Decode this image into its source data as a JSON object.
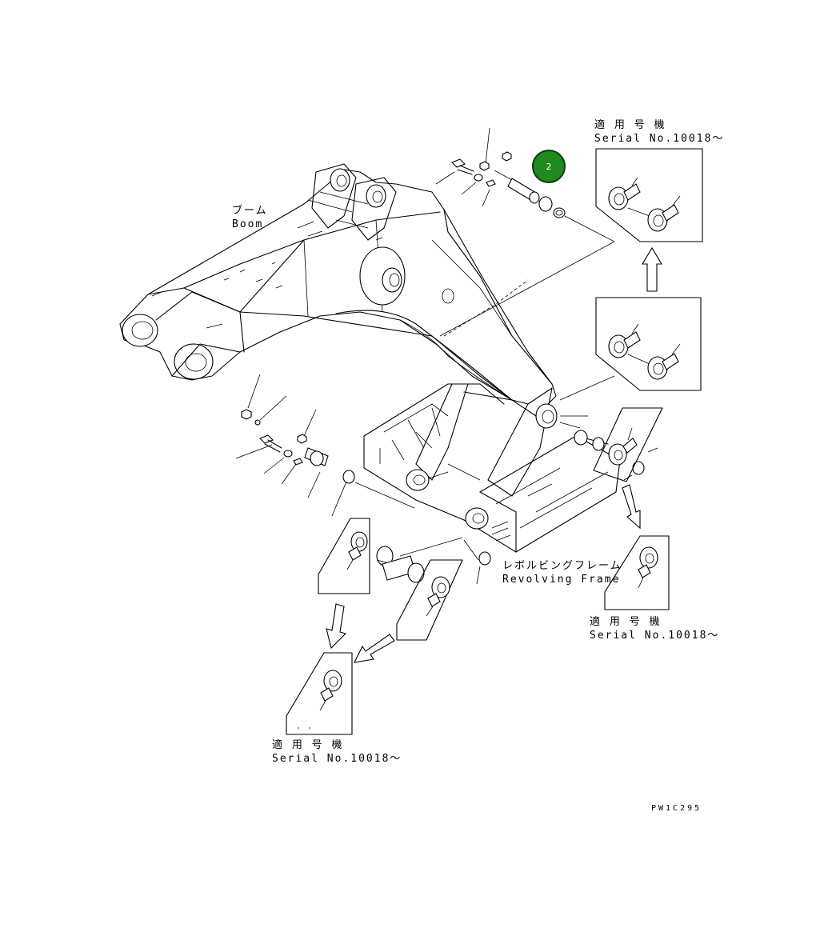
{
  "labels": {
    "boom_jp": "ブーム",
    "boom_en": "Boom",
    "frame_jp": "レボルビングフレーム",
    "frame_en": "Revolving Frame",
    "serial_jp": "適 用 号 機",
    "serial_en": "Serial No.10018～",
    "drawing_code": "PW1C295"
  },
  "callouts": [
    {
      "number": "2",
      "color": "#1f8a1f"
    }
  ]
}
